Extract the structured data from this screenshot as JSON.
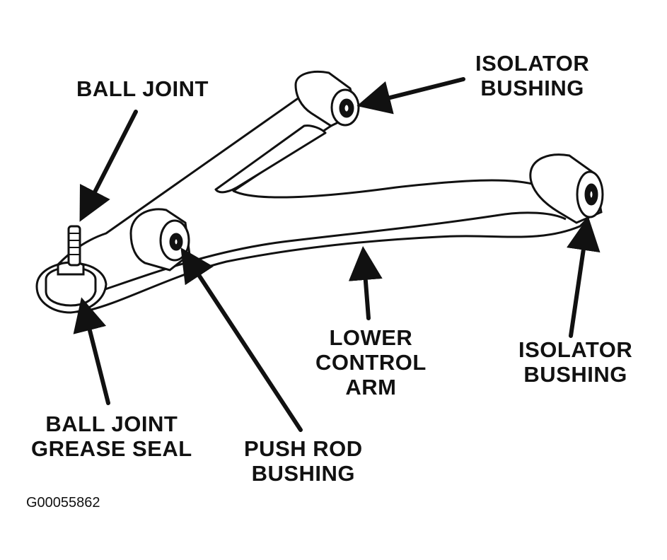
{
  "labels": {
    "ball_joint": "BALL JOINT",
    "isolator_bushing_top": [
      "ISOLATOR",
      "BUSHING"
    ],
    "isolator_bushing_right": [
      "ISOLATOR",
      "BUSHING"
    ],
    "lower_control_arm": [
      "LOWER",
      "CONTROL",
      "ARM"
    ],
    "ball_joint_grease_seal": [
      "BALL JOINT",
      "GREASE SEAL"
    ],
    "push_rod_bushing": [
      "PUSH ROD",
      "BUSHING"
    ]
  },
  "figure_id": "G00055862",
  "colors": {
    "ink": "#111111",
    "paper": "#ffffff"
  }
}
